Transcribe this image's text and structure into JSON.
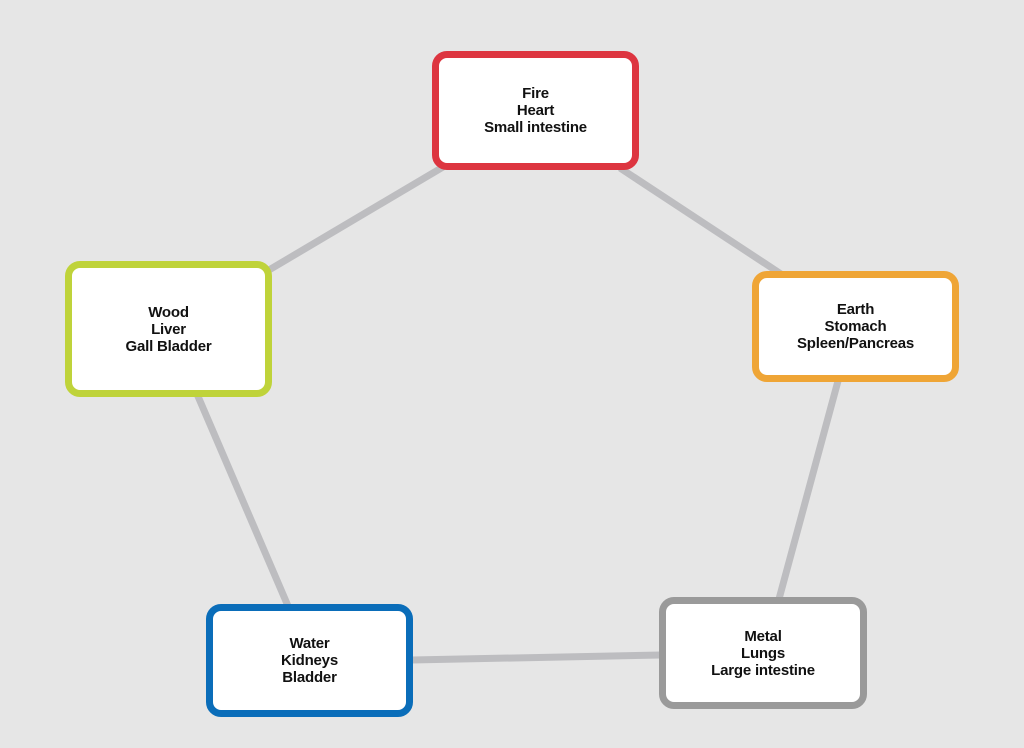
{
  "diagram": {
    "background": "#e6e6e6",
    "connector_color": "#bdbdc0",
    "nodes": [
      {
        "id": "fire",
        "color": "#dd3540",
        "lines": [
          "Fire",
          "Heart",
          "Small intestine"
        ]
      },
      {
        "id": "earth",
        "color": "#efa536",
        "lines": [
          "Earth",
          "Stomach",
          "Spleen/Pancreas"
        ]
      },
      {
        "id": "metal",
        "color": "#9a9a9a",
        "lines": [
          "Metal",
          "Lungs",
          "Large intestine"
        ]
      },
      {
        "id": "water",
        "color": "#0a6db9",
        "lines": [
          "Water",
          "Kidneys",
          "Bladder"
        ]
      },
      {
        "id": "wood",
        "color": "#bfd33a",
        "lines": [
          "Wood",
          "Liver",
          "Gall Bladder"
        ]
      }
    ],
    "edges": [
      [
        "fire",
        "earth"
      ],
      [
        "earth",
        "metal"
      ],
      [
        "metal",
        "water"
      ],
      [
        "water",
        "wood"
      ],
      [
        "wood",
        "fire"
      ]
    ]
  }
}
